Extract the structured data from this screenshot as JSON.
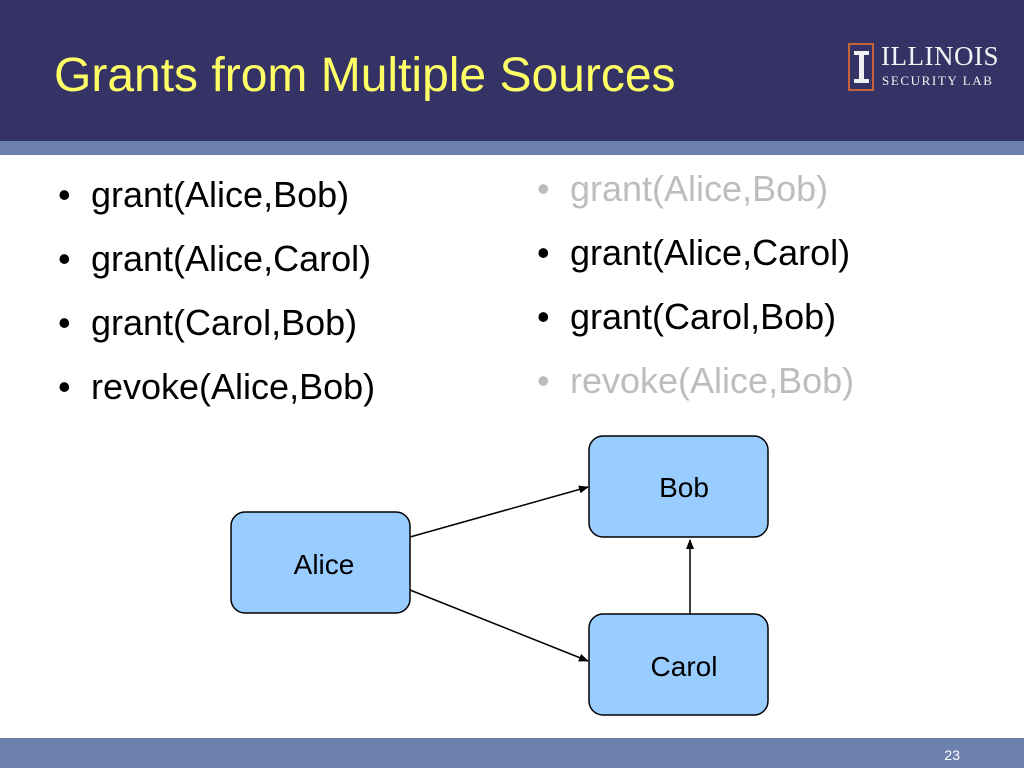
{
  "title": "Grants from Multiple Sources",
  "logo": {
    "line1": "ILLINOIS",
    "line2": "SECURITY LAB"
  },
  "bullet_char": "•",
  "left_list": [
    {
      "text": "grant(Alice,Bob)",
      "dimmed": false
    },
    {
      "text": "grant(Alice,Carol)",
      "dimmed": false
    },
    {
      "text": "grant(Carol,Bob)",
      "dimmed": false
    },
    {
      "text": "revoke(Alice,Bob)",
      "dimmed": false
    }
  ],
  "right_list": [
    {
      "text": "grant(Alice,Bob)",
      "dimmed": true
    },
    {
      "text": "grant(Alice,Carol)",
      "dimmed": false
    },
    {
      "text": "grant(Carol,Bob)",
      "dimmed": false
    },
    {
      "text": "revoke(Alice,Bob)",
      "dimmed": true
    }
  ],
  "diagram": {
    "nodes": {
      "alice": "Alice",
      "bob": "Bob",
      "carol": "Carol"
    },
    "edges": [
      {
        "from": "Alice",
        "to": "Bob"
      },
      {
        "from": "Alice",
        "to": "Carol"
      },
      {
        "from": "Carol",
        "to": "Bob"
      }
    ],
    "node_fill": "#99ccff",
    "node_stroke": "#000000"
  },
  "footer": {
    "page_number": "23"
  },
  "colors": {
    "header_bg": "#353365",
    "accent_rule": "#6e80ad",
    "title_text": "#ffff66",
    "dimmed_text": "#bdbdbd"
  }
}
